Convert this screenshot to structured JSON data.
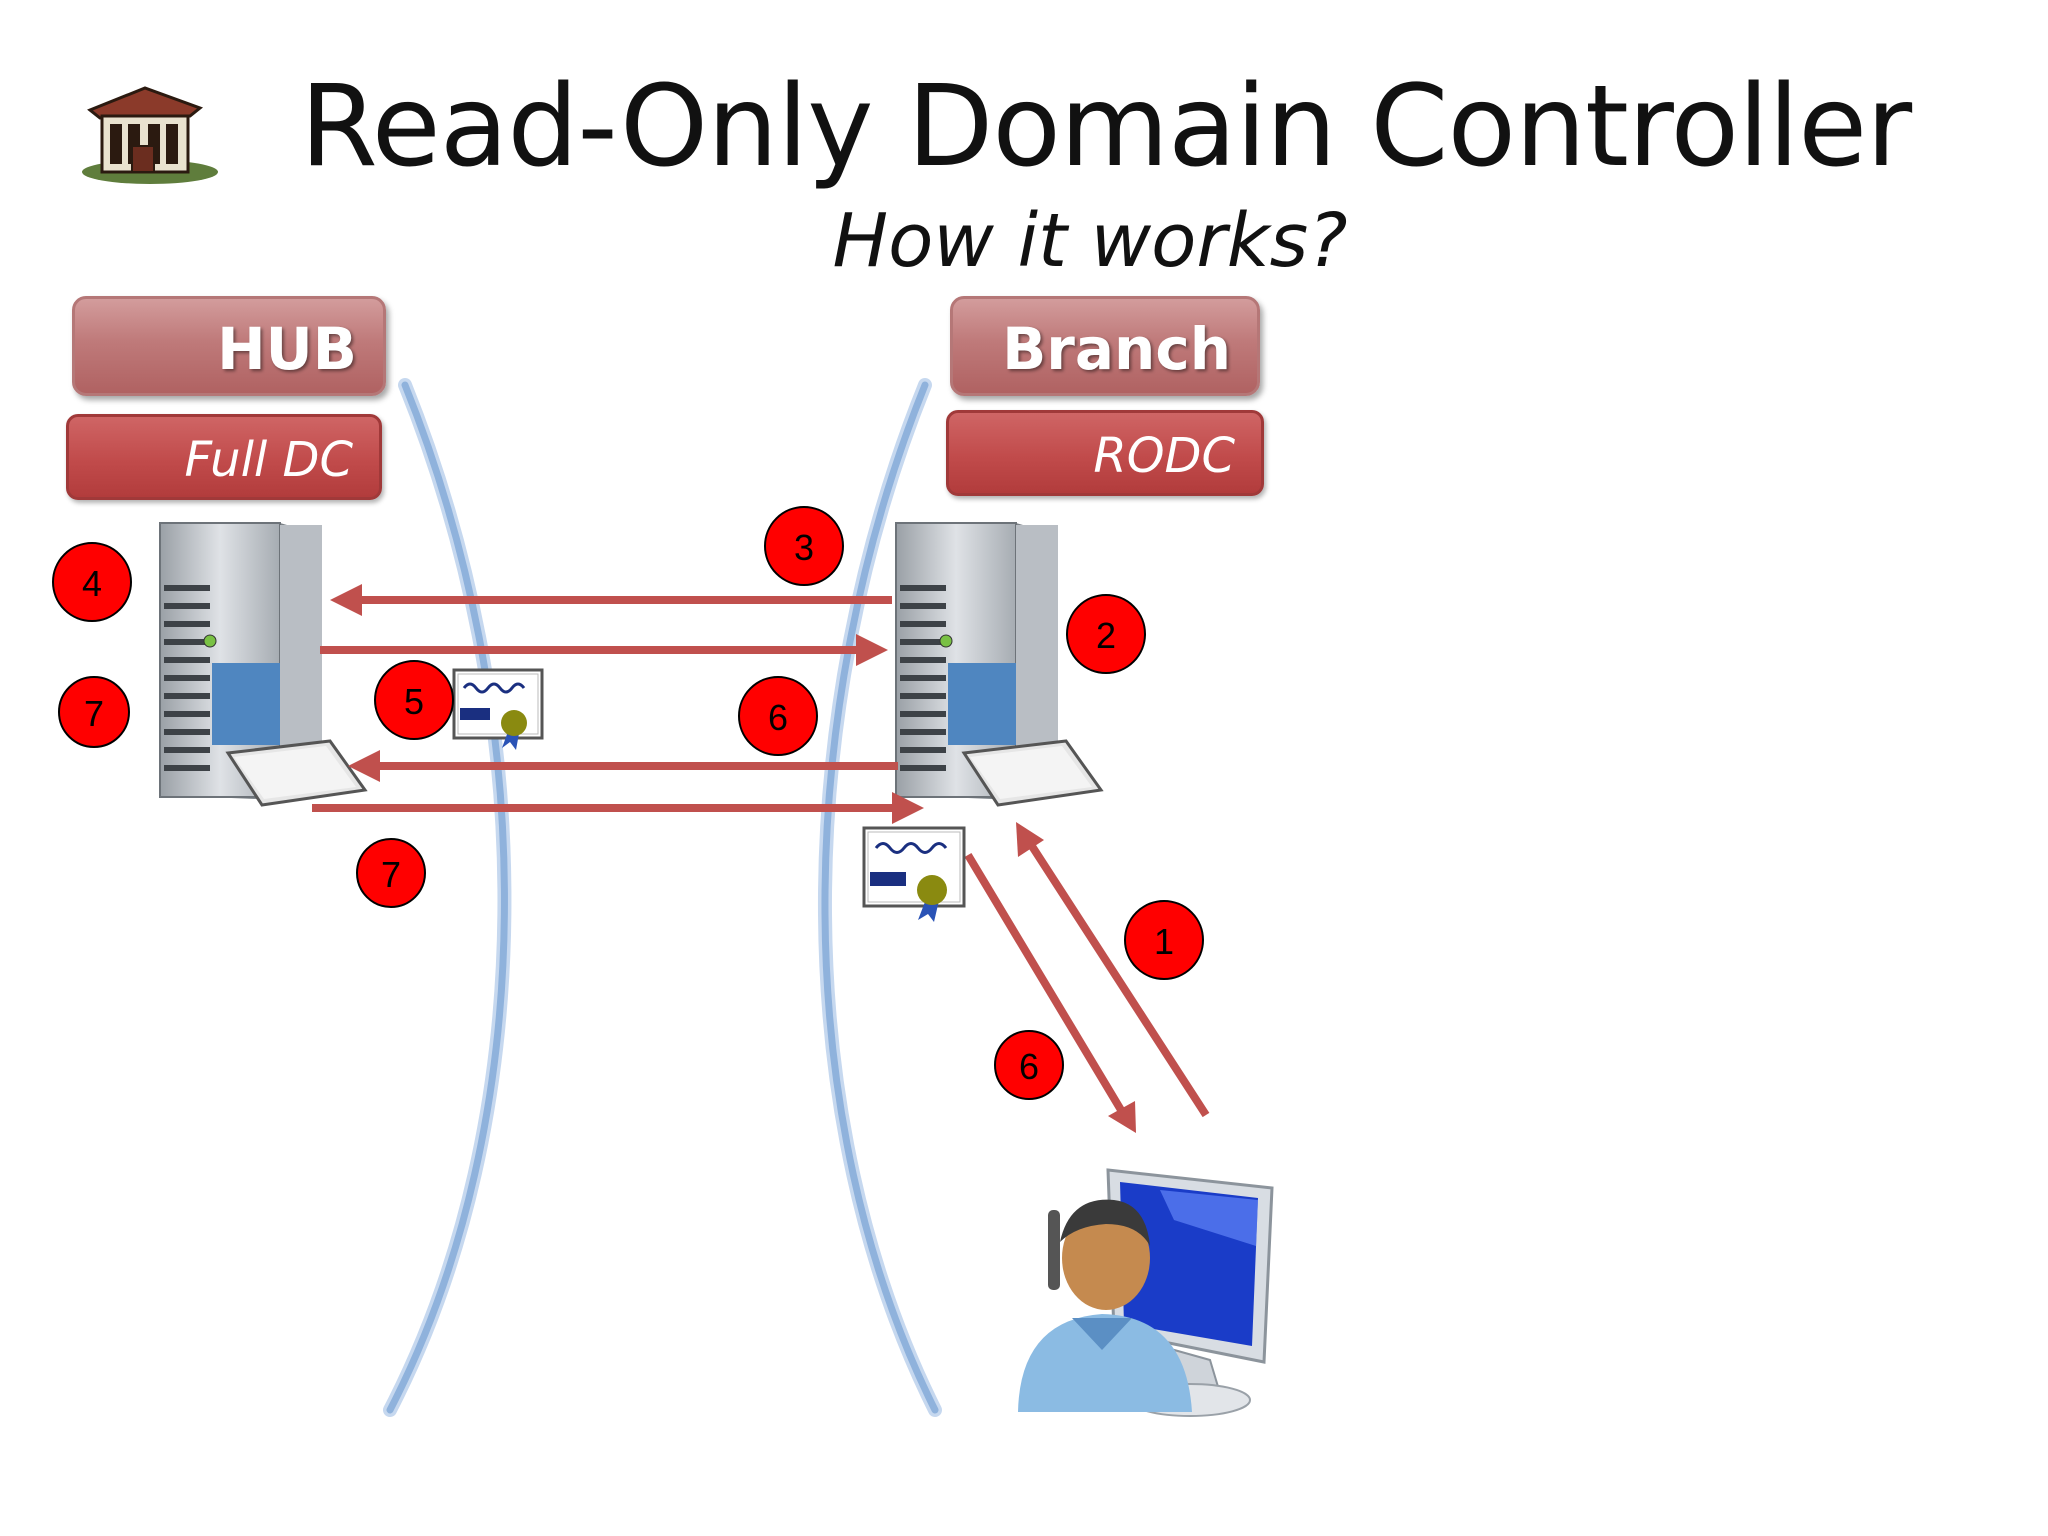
{
  "slide": {
    "title": "Read-Only Domain Controller",
    "subtitle": "How it works?"
  },
  "hub": {
    "site_label": "HUB",
    "role_label": "Full DC"
  },
  "branch": {
    "site_label": "Branch",
    "role_label": "RODC"
  },
  "steps": {
    "s1": "1",
    "s2": "2",
    "s3": "3",
    "s4": "4",
    "s5": "5",
    "s6_link": "6",
    "s6_client": "6",
    "s7_hub": "7",
    "s7_link": "7"
  },
  "colors": {
    "arrow": "#c0504d",
    "badge": "#ff0000",
    "boundary": "#8fb2dc",
    "box_site": "#c07a7a",
    "box_role": "#c14b4b"
  },
  "icons": [
    "building-icon",
    "server-icon",
    "certificate-icon",
    "user-workstation-icon"
  ]
}
